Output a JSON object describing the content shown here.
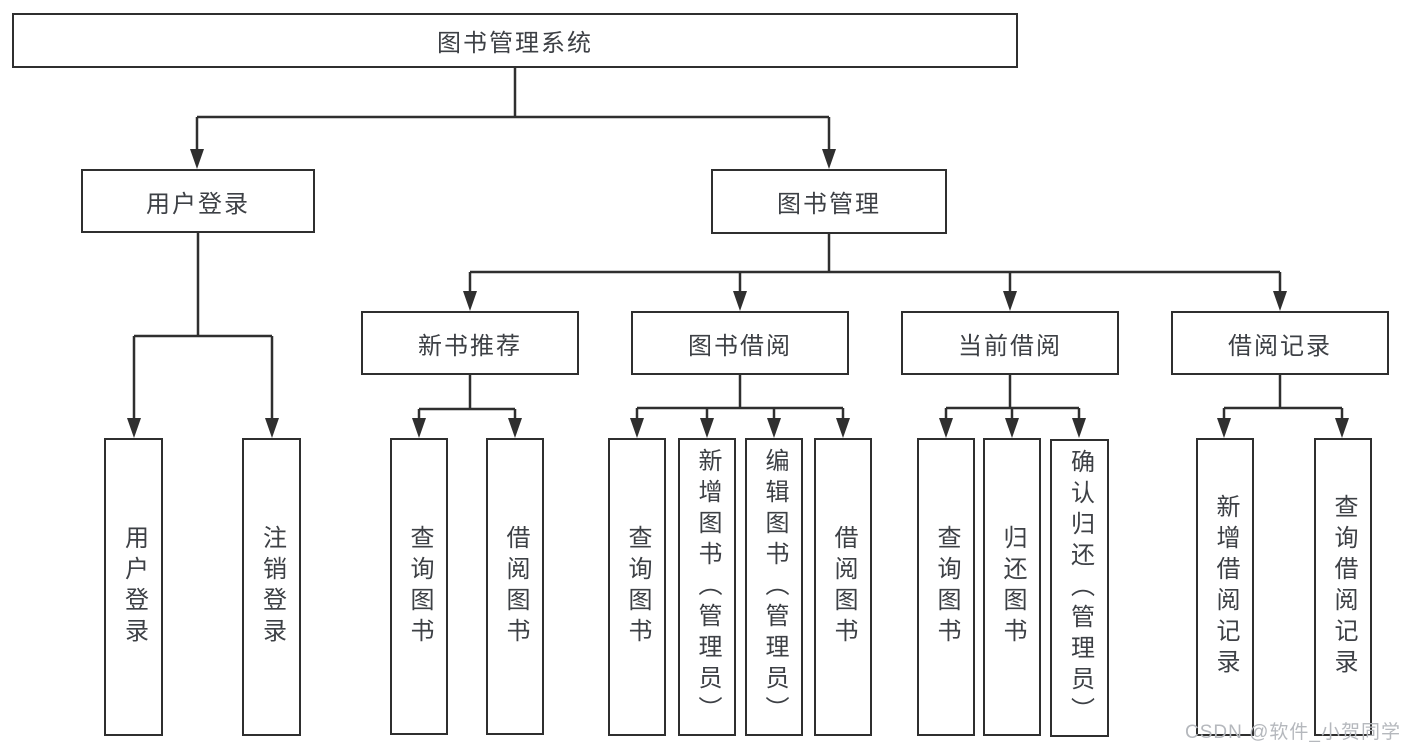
{
  "diagram": {
    "root": "图书管理系统",
    "level2": [
      "用户登录",
      "图书管理"
    ],
    "level3": [
      "新书推荐",
      "图书借阅",
      "当前借阅",
      "借阅记录"
    ],
    "leaves": {
      "user_login": [
        "用户登录",
        "注销登录"
      ],
      "new_book_rec": [
        "查询图书",
        "借阅图书"
      ],
      "book_borrow": [
        "查询图书",
        "新增图书（管理员）",
        "编辑图书（管理员）",
        "借阅图书"
      ],
      "current_borrow": [
        "查询图书",
        "归还图书",
        "确认归还（管理员）"
      ],
      "borrow_records": [
        "新增借阅记录",
        "查询借阅记录"
      ]
    }
  },
  "watermark": "CSDN @软件_小贺同学",
  "colors": {
    "line": "#2f2f2f",
    "text": "#3d4045",
    "watermark": "#b5b8bd",
    "background": "#ffffff"
  }
}
